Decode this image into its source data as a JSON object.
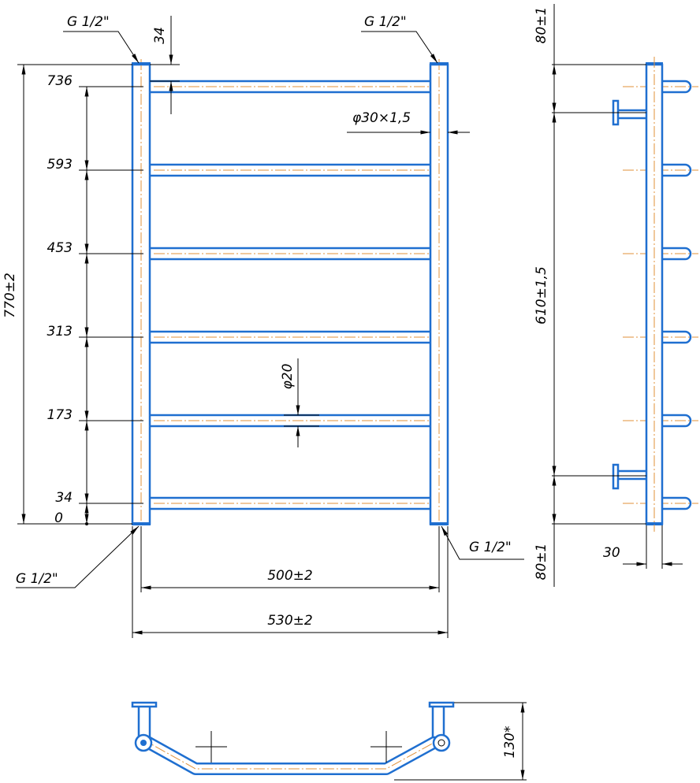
{
  "colors": {
    "pipe": "#1f6fd0",
    "centerline": "#e0913a",
    "dimension": "#000000"
  },
  "front_view": {
    "thread_labels": [
      "G 1/2\"",
      "G 1/2\"",
      "G 1/2\"",
      "G 1/2\""
    ],
    "total_height": "770±2",
    "levels": [
      "736",
      "593",
      "453",
      "313",
      "173",
      "34",
      "0"
    ],
    "top_offset": "34",
    "pipe_diameter": "φ30×1,5",
    "bar_diameter": "φ20",
    "center_width": "500±2",
    "overall_width": "530±2"
  },
  "side_view": {
    "top_offset": "80±1",
    "bracket_spacing": "610±1,5",
    "bottom_offset": "80±1",
    "depth": "30"
  },
  "top_view": {
    "projection": "130*"
  }
}
